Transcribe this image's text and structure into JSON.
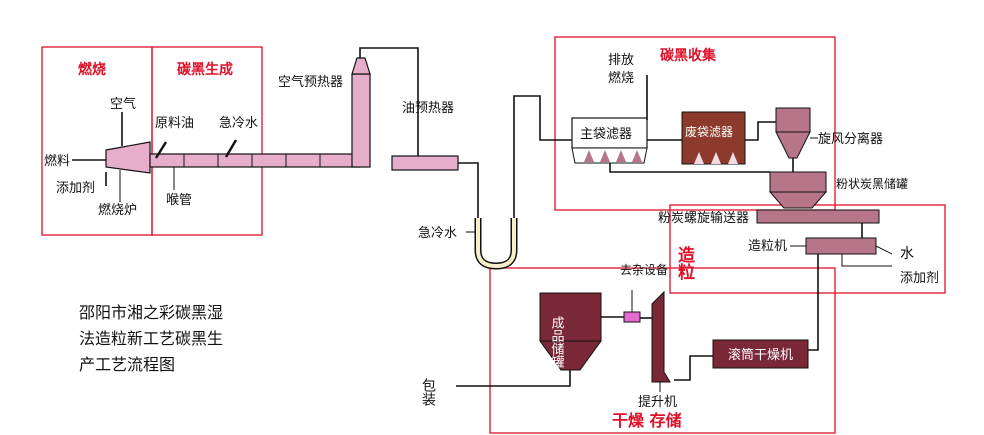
{
  "colors": {
    "zone_border": "#e0102a",
    "zone_text": "#e0102a",
    "pink_equipment": "#e7aecb",
    "dark_equipment": "#7a2838",
    "brown_equipment": "#8c3a2b",
    "mauve_equipment": "#b7758a"
  },
  "zones": {
    "combustion": "燃烧",
    "carbon_black_generation": "碳黑生成",
    "carbon_black_collection": "碳黑收集",
    "granulation": "造粒",
    "drying_storage": "干燥 存储"
  },
  "labels": {
    "fuel": "燃料",
    "additive": "添加剂",
    "air": "空气",
    "furnace": "燃烧炉",
    "feedstock_oil": "原料油",
    "quench_water_1": "急冷水",
    "throat": "喉管",
    "air_preheater": "空气预热器",
    "oil_preheater": "油预热器",
    "quench_water_2": "急冷水",
    "exhaust": "排放",
    "combustion_2": "燃烧",
    "main_bag_filter": "主袋滤器",
    "waste_bag_filter": "废袋滤器",
    "cyclone": "旋风分离器",
    "powder_tank": "粉状炭黑储罐",
    "screw_conveyor": "粉炭螺旋输送器",
    "granulator": "造粒机",
    "water": "水",
    "additive_2": "添加剂",
    "impurity_removal": "去杂设备",
    "product_tank": "成品储罐",
    "elevator": "提升机",
    "rotary_dryer": "滚筒干燥机",
    "packaging": "包装"
  },
  "title_lines": [
    "邵阳市湘之彩碳黑湿",
    "法造粒新工艺碳黑生",
    "产工艺流程图"
  ]
}
